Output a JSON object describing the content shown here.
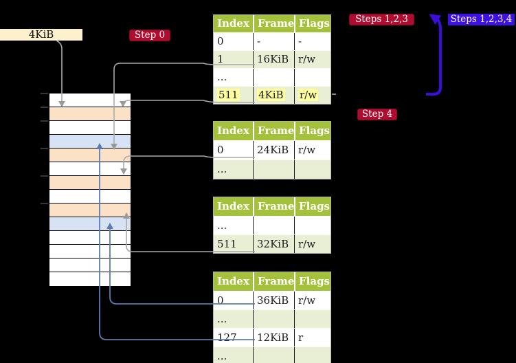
{
  "palette": {
    "background": "#000000",
    "table_header_green": "#a3c13a",
    "table_row_green": "#e9efd5",
    "table_row_white": "#ffffff",
    "highlight_yellow": "#ffff9e",
    "wheat_box": "#fdf0cd",
    "memory_orange": "#fbe2c6",
    "memory_blue": "#d7e3f4",
    "memory_white": "#ffffff",
    "badge_red": "#b00c2f",
    "badge_blue": "#3d11e2",
    "arrow_gray": "#a9a9a9",
    "arrow_steel_blue": "#5b7cb3",
    "arrow_indigo": "#3c0ddd"
  },
  "labels": {
    "page_size_box": "4KiB",
    "step0": "Step 0",
    "steps123": "Steps 1,2,3",
    "steps1234": "Steps 1,2,3,4",
    "step4": "Step 4"
  },
  "memory_column": {
    "rows": [
      "white",
      "orange",
      "white",
      "blue",
      "orange",
      "white",
      "orange",
      "white",
      "orange",
      "blue",
      "white",
      "white",
      "white",
      "white"
    ]
  },
  "tables": [
    {
      "name": "page-table-1",
      "headers": [
        "Index",
        "Frame",
        "Flags"
      ],
      "rows": [
        {
          "cells": [
            "0",
            "-",
            "-"
          ],
          "shaded": false,
          "highlighted": false
        },
        {
          "cells": [
            "1",
            "16KiB",
            "r/w"
          ],
          "shaded": true,
          "highlighted": false
        },
        {
          "cells": [
            "...",
            "",
            ""
          ],
          "shaded": false,
          "highlighted": false
        },
        {
          "cells": [
            "511",
            "4KiB",
            "r/w"
          ],
          "shaded": true,
          "highlighted": true
        }
      ]
    },
    {
      "name": "page-table-2",
      "headers": [
        "Index",
        "Frame",
        "Flags"
      ],
      "rows": [
        {
          "cells": [
            "0",
            "24KiB",
            "r/w"
          ],
          "shaded": false,
          "highlighted": false
        },
        {
          "cells": [
            "...",
            "",
            ""
          ],
          "shaded": true,
          "highlighted": false
        }
      ]
    },
    {
      "name": "page-table-3",
      "headers": [
        "Index",
        "Frame",
        "Flags"
      ],
      "rows": [
        {
          "cells": [
            "...",
            "",
            ""
          ],
          "shaded": false,
          "highlighted": false
        },
        {
          "cells": [
            "511",
            "32KiB",
            "r/w"
          ],
          "shaded": true,
          "highlighted": false
        }
      ]
    },
    {
      "name": "page-table-4",
      "headers": [
        "Index",
        "Frame",
        "Flags"
      ],
      "rows": [
        {
          "cells": [
            "0",
            "36KiB",
            "r/w"
          ],
          "shaded": false,
          "highlighted": false
        },
        {
          "cells": [
            "...",
            "",
            ""
          ],
          "shaded": true,
          "highlighted": false
        },
        {
          "cells": [
            "127",
            "12KiB",
            "r"
          ],
          "shaded": false,
          "highlighted": false
        },
        {
          "cells": [
            "...",
            "",
            ""
          ],
          "shaded": true,
          "highlighted": false
        }
      ]
    }
  ]
}
